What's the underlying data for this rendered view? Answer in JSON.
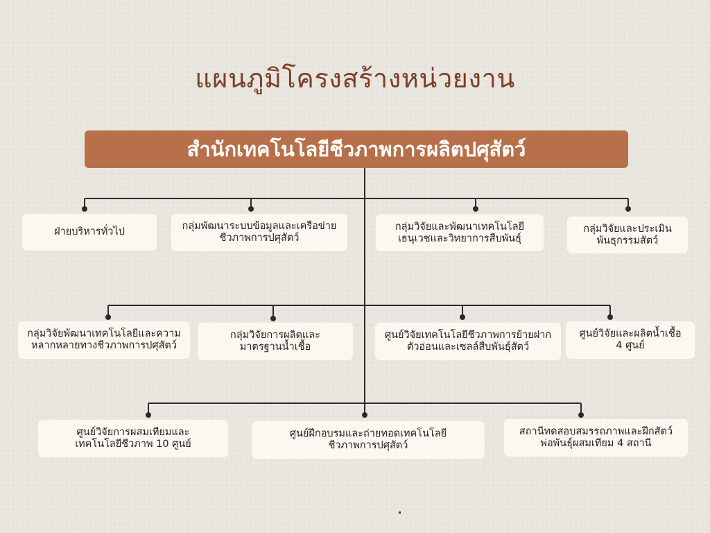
{
  "title": "แผนภูมิโครงสร้างหน่วยงาน",
  "root": {
    "label": "สำนักเทคโนโลยีชีวภาพการผลิตปศุสัตว์",
    "color": "#b8704b"
  },
  "colors": {
    "title": "#7a3f28",
    "box_bg": "#fcf7f0",
    "line": "#2a2a2a",
    "background": "#e8e5de"
  },
  "levels": [
    {
      "units": [
        {
          "label": "ฝ่ายบริหารทั่วไป"
        },
        {
          "label": "กลุ่มพัฒนาระบบข้อมูลและเครือข่าย\nชีวภาพการปศุสัตว์"
        },
        {
          "label": "กลุ่มวิจัยและพัฒนาเทคโนโลยี\nเธนุเวชและวิทยาการสืบพันธุ์"
        },
        {
          "label": "กลุ่มวิจัยและประเมิน\nพันธุกรรมสัตว์"
        }
      ]
    },
    {
      "units": [
        {
          "label": "กลุ่มวิจัยพัฒนาเทคโนโลยีและความ\nหลากหลายทางชีวภาพการปศุสัตว์"
        },
        {
          "label": "กลุ่มวิจัยการผลิตและ\nมาตรฐานน้ำเชื้อ"
        },
        {
          "label": "ศูนย์วิจัยเทคโนโลยีชีวภาพการย้ายฝาก\nตัวอ่อนและเซลล์สืบพันธุ์สัตว์"
        },
        {
          "label": "ศูนย์วิจัยและผลิตน้ำเชื้อ\n4 ศูนย์"
        }
      ]
    },
    {
      "units": [
        {
          "label": "ศูนย์วิจัยการผสมเทียมและ\nเทคโนโลยีชีวภาพ 10 ศูนย์"
        },
        {
          "label": "ศูนย์ฝึกอบรมและถ่ายทอดเทคโนโลยี\nชีวภาพการปศุสัตว์"
        },
        {
          "label": "สถานีทดสอบสมรรถภาพและฝึกสัตว์\nพ่อพันธุ์ผสมเทียม 4 สถานี"
        }
      ]
    }
  ]
}
